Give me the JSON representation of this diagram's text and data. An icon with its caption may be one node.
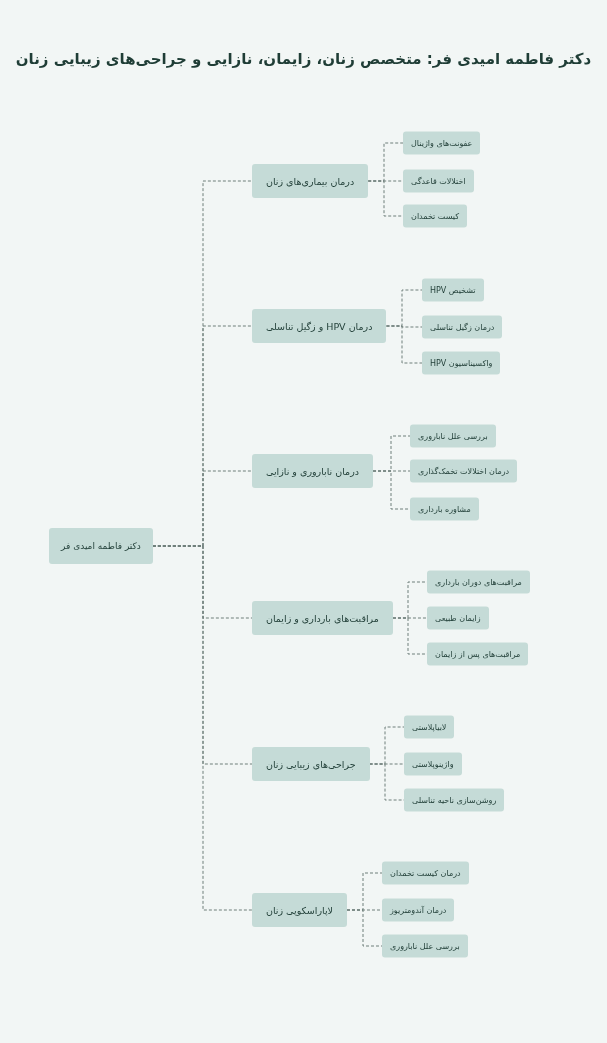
{
  "diagram": {
    "title": "دکتر فاطمه امیدی فر: متخصص زنان، زایمان، نازایی و جراحی‌های زیبایی زنان",
    "nodes": [
      {
        "text": [
          "دکتر فاطمه امیدی فر"
        ]
      },
      {
        "text": [
          "درمان بیماری‌های زنان"
        ]
      },
      {
        "text": [
          "عفونت‌های واژینال"
        ]
      },
      {
        "text": [
          "اختلالات قاعدگی"
        ]
      },
      {
        "text": [
          "کیست تخمدان"
        ]
      },
      {
        "text": [
          "درمان HPV و زگیل تناسلی"
        ]
      },
      {
        "text": [
          "تشخیص HPV"
        ]
      },
      {
        "text": [
          "درمان زگیل تناسلی"
        ]
      },
      {
        "text": [
          "واکسیناسیون HPV"
        ]
      },
      {
        "text": [
          "درمان ناباروری و نازایی"
        ]
      },
      {
        "text": [
          "بررسی علل ناباروری"
        ]
      },
      {
        "text": [
          "درمان اختلالات تخمک‌گذاری"
        ]
      },
      {
        "text": [
          "مشاوره بارداری"
        ]
      },
      {
        "text": [
          "مراقبت‌های بارداری و زایمان"
        ]
      },
      {
        "text": [
          "مراقبت‌های دوران بارداری"
        ]
      },
      {
        "text": [
          "زایمان طبیعی"
        ]
      },
      {
        "text": [
          "مراقبت‌های پس از زایمان"
        ]
      },
      {
        "text": [
          "جراحی‌های زیبایی زنان"
        ]
      },
      {
        "text": [
          "لابیاپلاستی"
        ]
      },
      {
        "text": [
          "واژینوپلاستی"
        ]
      },
      {
        "text": [
          "روشن‌سازی ناحیه تناسلی"
        ]
      },
      {
        "text": [
          "لاپاراسکوپی زنان"
        ]
      },
      {
        "text": [
          "درمان کیست تخمدان"
        ]
      },
      {
        "text": [
          "درمان آندومتریوز"
        ]
      },
      {
        "text": [
          "بررسی علل ناباروری"
        ]
      }
    ],
    "edges": [
      {
        "from": 0,
        "to": 1,
        "arrow": "none"
      },
      {
        "from": 1,
        "to": 2,
        "arrow": "none"
      },
      {
        "from": 1,
        "to": 3,
        "arrow": "none"
      },
      {
        "from": 1,
        "to": 4,
        "arrow": "none"
      },
      {
        "from": 0,
        "to": 5,
        "arrow": "none"
      },
      {
        "from": 5,
        "to": 6,
        "arrow": "none"
      },
      {
        "from": 5,
        "to": 7,
        "arrow": "none"
      },
      {
        "from": 5,
        "to": 8,
        "arrow": "none"
      },
      {
        "from": 0,
        "to": 9,
        "arrow": "none"
      },
      {
        "from": 9,
        "to": 10,
        "arrow": "none"
      },
      {
        "from": 9,
        "to": 11,
        "arrow": "none"
      },
      {
        "from": 9,
        "to": 12,
        "arrow": "none"
      },
      {
        "from": 0,
        "to": 13,
        "arrow": "none"
      },
      {
        "from": 13,
        "to": 14,
        "arrow": "none"
      },
      {
        "from": 13,
        "to": 15,
        "arrow": "none"
      },
      {
        "from": 13,
        "to": 16,
        "arrow": "none"
      },
      {
        "from": 0,
        "to": 17,
        "arrow": "none"
      },
      {
        "from": 17,
        "to": 18,
        "arrow": "none"
      },
      {
        "from": 17,
        "to": 19,
        "arrow": "none"
      },
      {
        "from": 17,
        "to": 20,
        "arrow": "none"
      },
      {
        "from": 0,
        "to": 21,
        "arrow": "none"
      },
      {
        "from": 21,
        "to": 22,
        "arrow": "none"
      },
      {
        "from": 21,
        "to": 23,
        "arrow": "none"
      },
      {
        "from": 21,
        "to": 24,
        "arrow": "none"
      }
    ]
  }
}
